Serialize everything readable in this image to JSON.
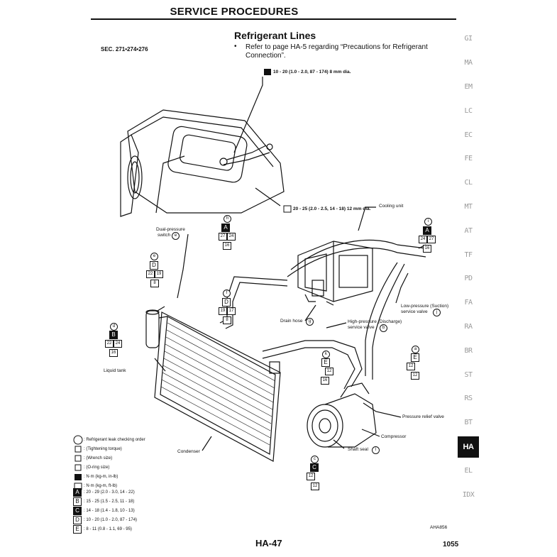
{
  "header": {
    "title": "SERVICE PROCEDURES"
  },
  "section": {
    "title": "Refrigerant Lines",
    "code": "SEC. 271•274•276",
    "bullet": "•",
    "note": "Refer to page HA-5 regarding “Precautions for Refrigerant Connection”."
  },
  "tabs": [
    "GI",
    "MA",
    "EM",
    "LC",
    "EC",
    "FE",
    "CL",
    "MT",
    "AT",
    "TF",
    "PD",
    "FA",
    "RA",
    "BR",
    "ST",
    "RS",
    "BT",
    "HA",
    "EL",
    "IDX"
  ],
  "active_tab": "HA",
  "torque": {
    "top": "10 - 20 (1.0 - 2.0, 87 - 174) 8 mm dia.",
    "mid": "20 - 25 (2.0 - 2.5, 14 - 18) 12 mm dia."
  },
  "callouts": {
    "cooling_unit": "Cooling unit",
    "dual_pressure": "Dual-pressure",
    "dual_pressure_2": "switch",
    "low_pressure": "Low-pressure (Suction)",
    "low_pressure_2": "service valve",
    "drain_hose": "Drain hose",
    "high_pressure": "High-pressure (Discharge)",
    "high_pressure_2": "service valve",
    "pressure_relief": "Pressure relief valve",
    "compressor": "Compressor",
    "shaft_seal": "Shaft seal",
    "liquid_tank": "Liquid tank",
    "condenser": "Condenser"
  },
  "markers": {
    "h": {
      "letter": "h",
      "code": "A",
      "a": "27",
      "b": "24",
      "c": "16"
    },
    "i": {
      "letter": "i",
      "code": "A",
      "a": "24",
      "b": "27",
      "c": "16"
    },
    "e": {
      "letter": "e",
      "code": "D",
      "a": "22",
      "b": "19",
      "c": "8"
    },
    "f": {
      "letter": "f",
      "code": "D",
      "a": "19",
      "b": "17",
      "c": "8"
    },
    "d": {
      "letter": "d",
      "code": "B",
      "a": "22",
      "b": "24",
      "c": "16"
    },
    "k": {
      "letter": "k",
      "code": "E",
      "a": "12",
      "b": "16"
    },
    "a": {
      "letter": "a",
      "code": "E",
      "a": "12",
      "b": "12"
    },
    "c": {
      "letter": "c",
      "code": "C",
      "a": "12",
      "b": "12"
    },
    "switch_ref": "e",
    "low_ref": "j",
    "drain_ref": "g",
    "high_ref": "b",
    "shaft_ref": "l"
  },
  "legend": [
    ": Refrigerant leak checking order",
    ": (Tightening torque)",
    ": (Wrench size)",
    ": (O-ring size)",
    ": N·m (kg-m, in-lb)",
    ": N·m (kg-m, ft-lb)",
    ": 20 - 29 (2.0 - 3.0, 14 - 22)",
    ": 15 - 25 (1.5 - 2.5, 11 - 18)",
    ": 14 - 18 (1.4 - 1.8, 10 - 13)",
    ": 10 - 20 (1.0 - 2.0, 87 - 174)",
    ": 8 - 11 (0.8 - 1.1, 69 - 95)"
  ],
  "legend_codes": [
    "A",
    "B",
    "C",
    "D",
    "E"
  ],
  "footer": {
    "page": "HA-47",
    "number": "1055",
    "fig": "AHA856"
  }
}
